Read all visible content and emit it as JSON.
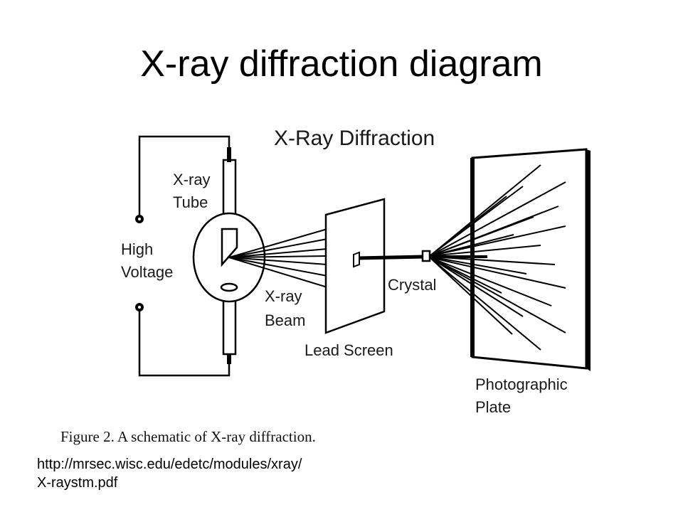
{
  "slide": {
    "title": "X-ray diffraction diagram"
  },
  "diagram": {
    "heading": "X-Ray Diffraction",
    "labels": {
      "xray_tube_line1": "X-ray",
      "xray_tube_line2": "Tube",
      "high_voltage_line1": "High",
      "high_voltage_line2": "Voltage",
      "xray_beam_line1": "X-ray",
      "xray_beam_line2": "Beam",
      "lead_screen": "Lead Screen",
      "crystal": "Crystal",
      "photographic_plate_line1": "Photographic",
      "photographic_plate_line2": "Plate"
    },
    "caption": "Figure 2.  A schematic of X-ray diffraction."
  },
  "source": {
    "line1": "http://mrsec.wisc.edu/edetc/modules/xray/",
    "line2": "X-raystm.pdf"
  }
}
